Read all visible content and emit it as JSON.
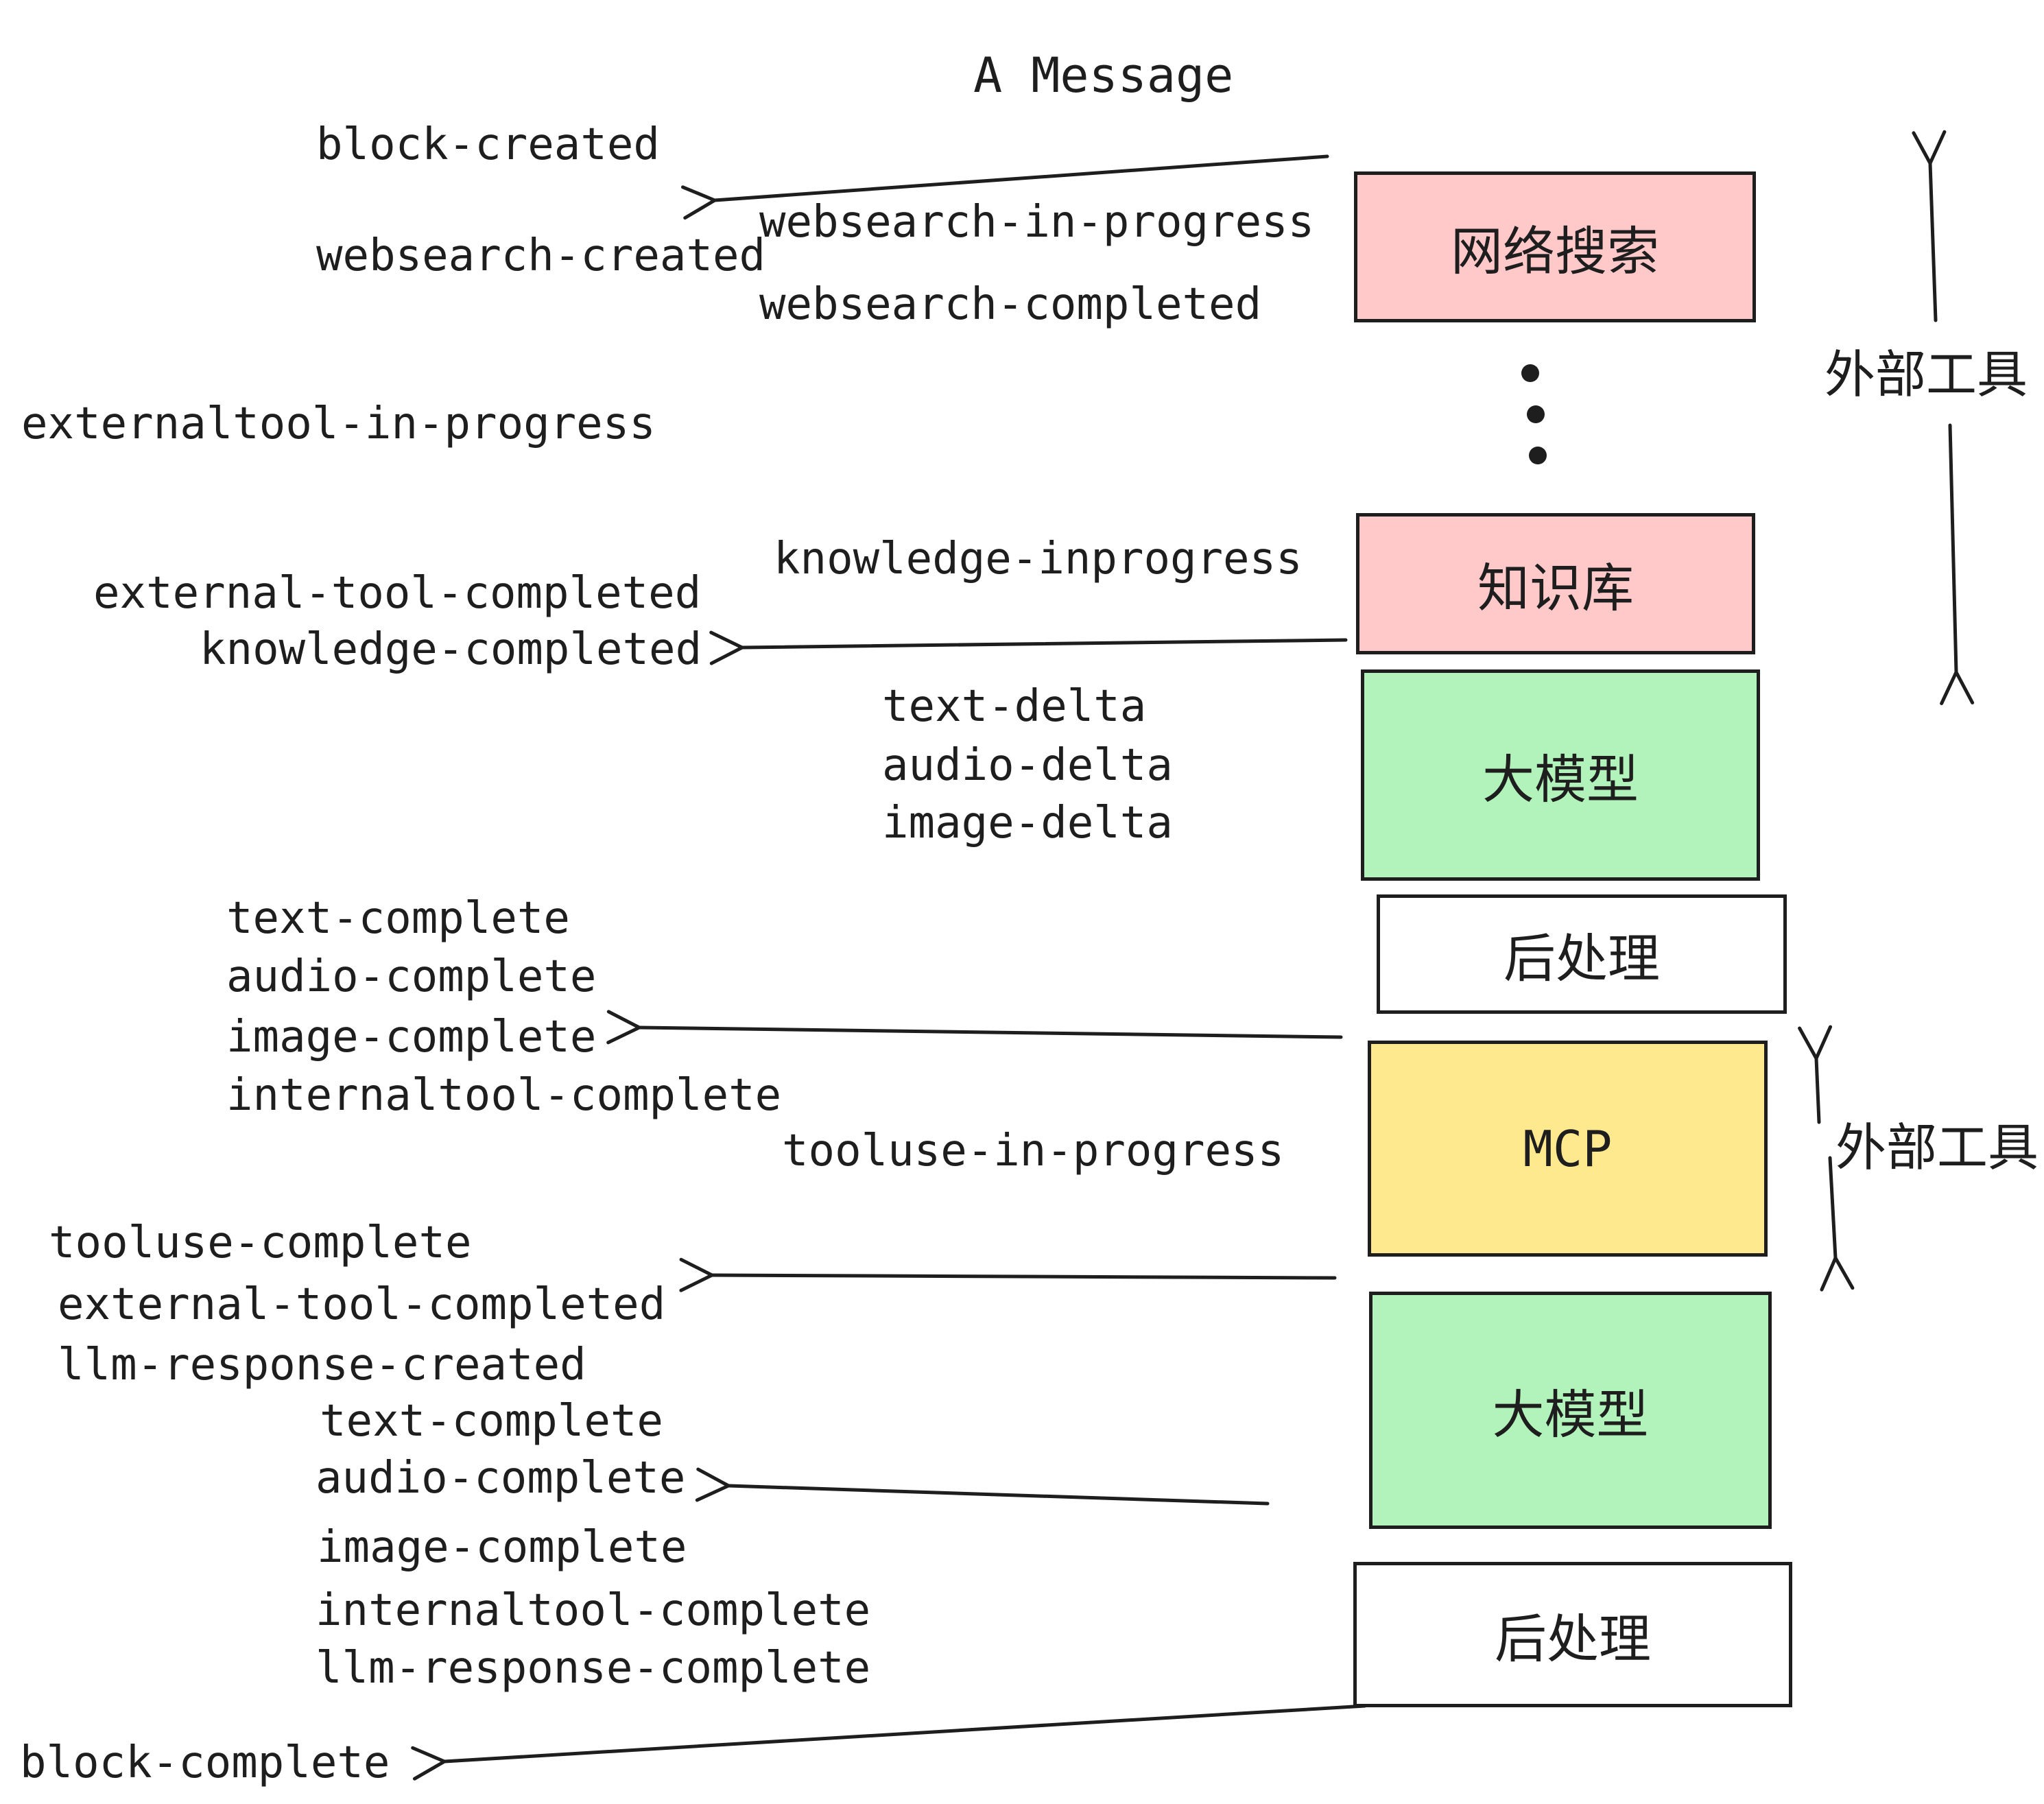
{
  "title": "A Message",
  "colors": {
    "pink": "#ffc9c9",
    "green": "#b2f2bb",
    "yellow": "#ffe98f",
    "white": "#ffffff",
    "ink": "#1e1e1e"
  },
  "boxes": [
    {
      "label": "网络搜索",
      "color": "pink"
    },
    {
      "label": "知识库",
      "color": "pink"
    },
    {
      "label": "大模型",
      "color": "green"
    },
    {
      "label": "后处理",
      "color": "white"
    },
    {
      "label": "MCP",
      "color": "yellow"
    },
    {
      "label": "大模型",
      "color": "green"
    },
    {
      "label": "后处理",
      "color": "white"
    }
  ],
  "side_labels": [
    {
      "label": "外部工具"
    },
    {
      "label": "外部工具"
    }
  ],
  "icons": [
    {
      "name": "left-arrow",
      "glyph": "←"
    },
    {
      "name": "up-arrow",
      "glyph": "↑"
    },
    {
      "name": "down-arrow",
      "glyph": "↓"
    },
    {
      "name": "ellipsis-dots",
      "glyph": "⋮"
    }
  ],
  "events": [
    {
      "label": "block-created"
    },
    {
      "label": "websearch-created"
    },
    {
      "label": "websearch-in-progress"
    },
    {
      "label": "websearch-completed"
    },
    {
      "label": "externaltool-in-progress"
    },
    {
      "label": "knowledge-inprogress"
    },
    {
      "label": "external-tool-completed"
    },
    {
      "label": "knowledge-completed"
    },
    {
      "label": "text-delta"
    },
    {
      "label": "audio-delta"
    },
    {
      "label": "image-delta"
    },
    {
      "label": "text-complete"
    },
    {
      "label": "audio-complete"
    },
    {
      "label": "image-complete"
    },
    {
      "label": "internaltool-complete"
    },
    {
      "label": "tooluse-in-progress"
    },
    {
      "label": "tooluse-complete"
    },
    {
      "label": "external-tool-completed"
    },
    {
      "label": "llm-response-created"
    },
    {
      "label": "text-complete"
    },
    {
      "label": "audio-complete"
    },
    {
      "label": "image-complete"
    },
    {
      "label": "internaltool-complete"
    },
    {
      "label": "llm-response-complete"
    },
    {
      "label": "block-complete"
    }
  ]
}
